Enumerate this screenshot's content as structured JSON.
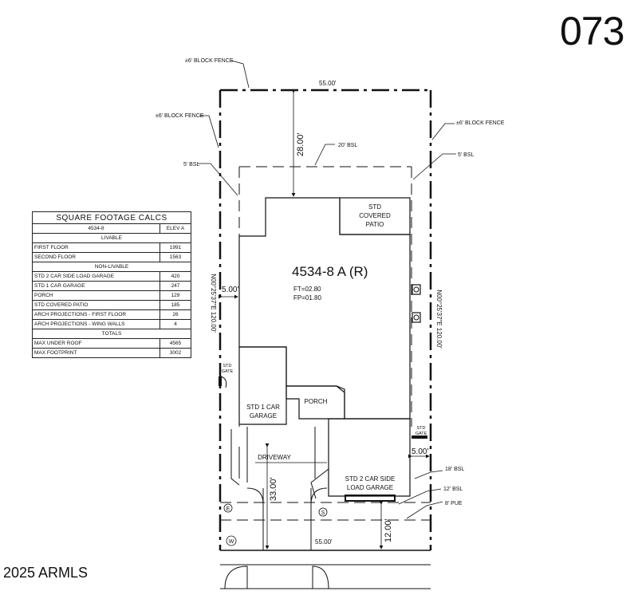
{
  "lot_number": "073",
  "copyright": "2025 ARMLS",
  "plan": {
    "house_label": "4534-8 A (R)",
    "ft": "FT=02.80",
    "fp": "FP=01.80",
    "patio_label": [
      "STD",
      "COVERED",
      "PATIO"
    ],
    "porch_label": "PORCH",
    "garage1_label": [
      "STD 1 CAR",
      "GARAGE"
    ],
    "garage2_label": [
      "STD 2 CAR SIDE",
      "LOAD GARAGE"
    ],
    "driveway_label": "DRIVEWAY",
    "std_gate_left": [
      "STD",
      "GATE"
    ],
    "std_gate_right": [
      "STD",
      "GATE"
    ],
    "fence_top": "±6' BLOCK FENCE",
    "fence_left": "±6' BLOCK FENCE",
    "fence_right": "±6' BLOCK FENCE",
    "bsl_rear": "20' BSL",
    "bsl_left": "5' BSL",
    "bsl_right": "5' BSL",
    "bsl_18": "18' BSL",
    "bsl_12": "12' BSL",
    "pue": "8' PUE",
    "dim_top": "55.00'",
    "dim_bottom": "55.00'",
    "dim_rear": "28.00'",
    "dim_side_left": "5.00'",
    "dim_side_right": "5.00'",
    "dim_driveway": "33.00'",
    "dim_front": "12.00'",
    "bearing_left": "N00°25'37\"E 120.00'",
    "bearing_right": "N00°25'37\"E 120.00'",
    "marker_e": "E",
    "marker_w": "W",
    "marker_s": "S"
  },
  "table": {
    "title": "SQUARE FOOTAGE CALCS",
    "plan_col": "4534-8",
    "elev_col": "ELEV A",
    "sections": {
      "livable": "LIVABLE",
      "non_livable": "NON-LIVABLE",
      "totals": "TOTALS"
    },
    "livable": [
      {
        "label": "FIRST FLOOR",
        "value": "1991"
      },
      {
        "label": "SECOND FLOOR",
        "value": "1563"
      }
    ],
    "non_livable": [
      {
        "label": "STD 2 CAR SIDE LOAD GARAGE",
        "value": "420"
      },
      {
        "label": "STD 1 CAR GARAGE",
        "value": "247"
      },
      {
        "label": "PORCH",
        "value": "129"
      },
      {
        "label": "STD COVERED PATIO",
        "value": "185"
      },
      {
        "label": "ARCH PROJECTIONS - FIRST FLOOR",
        "value": "26"
      },
      {
        "label": "ARCH PROJECTIONS - WING WALLS",
        "value": "4"
      }
    ],
    "totals": [
      {
        "label": "MAX UNDER ROOF",
        "value": "4565"
      },
      {
        "label": "MAX FOOTPRINT",
        "value": "3002"
      }
    ]
  }
}
